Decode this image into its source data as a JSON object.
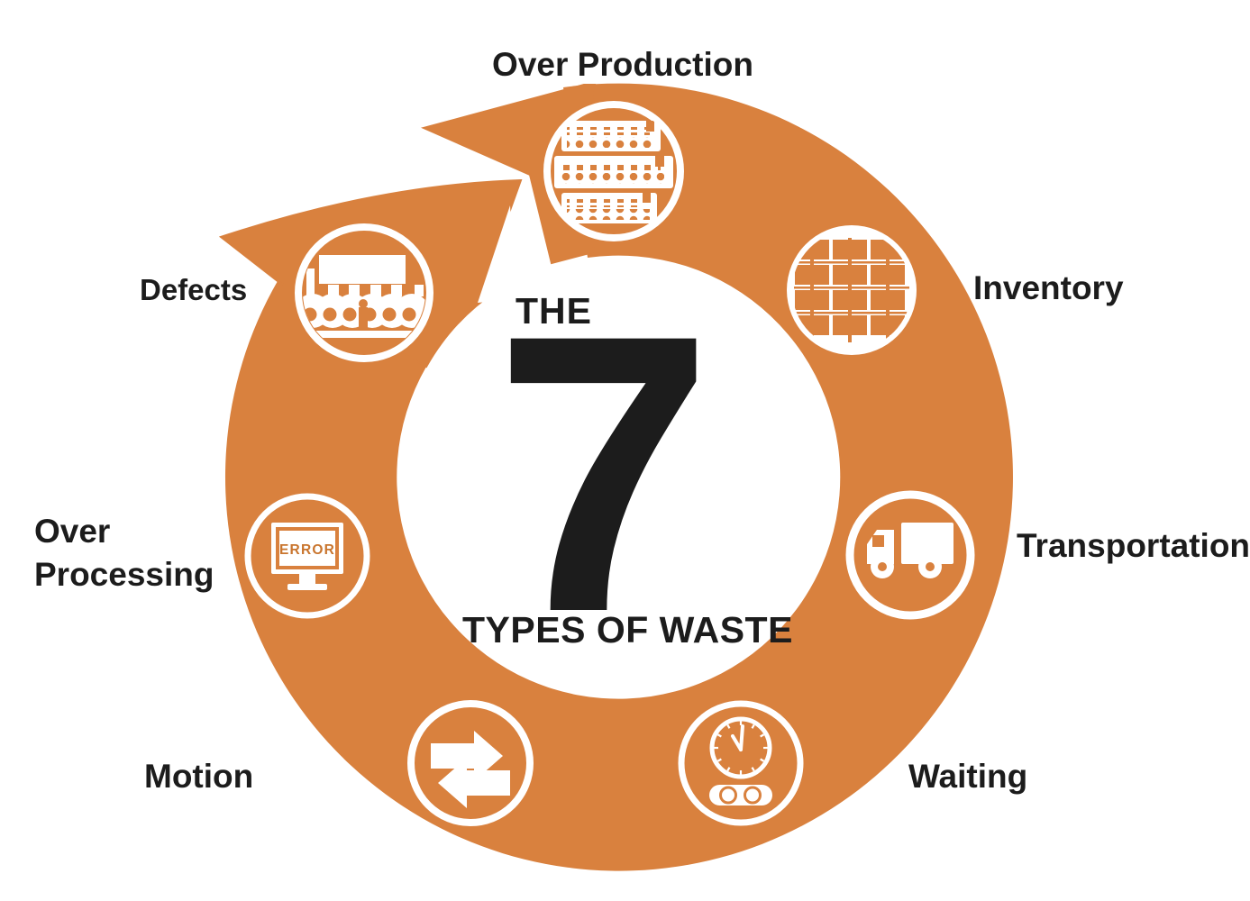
{
  "center": {
    "the": "THE",
    "number": "7",
    "subtitle": "TYPES OF WASTE"
  },
  "wastes": [
    {
      "id": "over-production",
      "label": "Over Production",
      "icon": "stacked-products-icon"
    },
    {
      "id": "inventory",
      "label": "Inventory",
      "icon": "stacked-crates-icon"
    },
    {
      "id": "transportation",
      "label": "Transportation",
      "icon": "truck-icon"
    },
    {
      "id": "waiting",
      "label": "Waiting",
      "icon": "clock-conveyor-icon"
    },
    {
      "id": "motion",
      "label": "Motion",
      "icon": "double-arrows-icon"
    },
    {
      "id": "over-processing",
      "label": "Over Processing",
      "label_line1": "Over",
      "label_line2": "Processing",
      "icon": "error-monitor-icon"
    },
    {
      "id": "defects",
      "label": "Defects",
      "icon": "production-line-icon"
    }
  ],
  "icon_texts": {
    "error": "ERROR"
  },
  "colors": {
    "orange": "#D9813E",
    "text": "#1C1C1C",
    "error_text": "#C9752E",
    "background": "#FFFFFF"
  }
}
